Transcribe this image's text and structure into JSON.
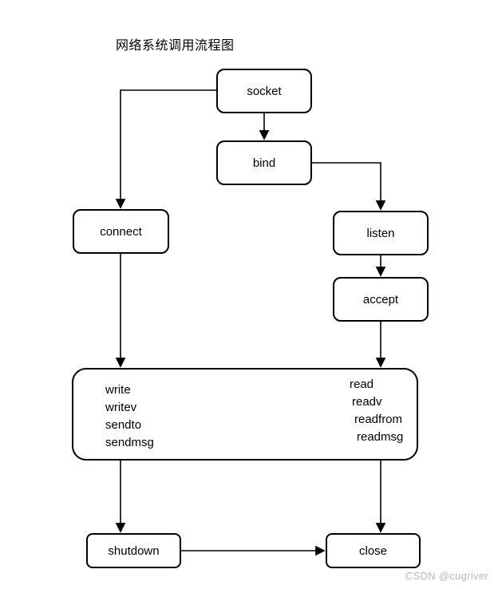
{
  "title": "网络系统调用流程图",
  "nodes": {
    "socket": {
      "label": "socket"
    },
    "bind": {
      "label": "bind"
    },
    "connect": {
      "label": "connect"
    },
    "listen": {
      "label": "listen"
    },
    "accept": {
      "label": "accept"
    },
    "shutdown": {
      "label": "shutdown"
    },
    "close": {
      "label": "close"
    }
  },
  "io_box": {
    "write_calls": [
      "write",
      "writev",
      "sendto",
      "sendmsg"
    ],
    "read_calls": [
      "read",
      "readv",
      "readfrom",
      "readmsg"
    ]
  },
  "edges": [
    {
      "from": "socket",
      "to": "connect"
    },
    {
      "from": "socket",
      "to": "bind"
    },
    {
      "from": "bind",
      "to": "listen"
    },
    {
      "from": "listen",
      "to": "accept"
    },
    {
      "from": "connect",
      "to": "io_box"
    },
    {
      "from": "accept",
      "to": "io_box"
    },
    {
      "from": "io_box",
      "to": "shutdown"
    },
    {
      "from": "io_box",
      "to": "close"
    },
    {
      "from": "shutdown",
      "to": "close"
    }
  ],
  "watermark": "CSDN @cugriver",
  "colors": {
    "background": "#ffffff",
    "line": "#000000",
    "box_border": "#000000",
    "box_fill": "#ffffff",
    "text": "#000000",
    "watermark": "#b8b8b8"
  }
}
